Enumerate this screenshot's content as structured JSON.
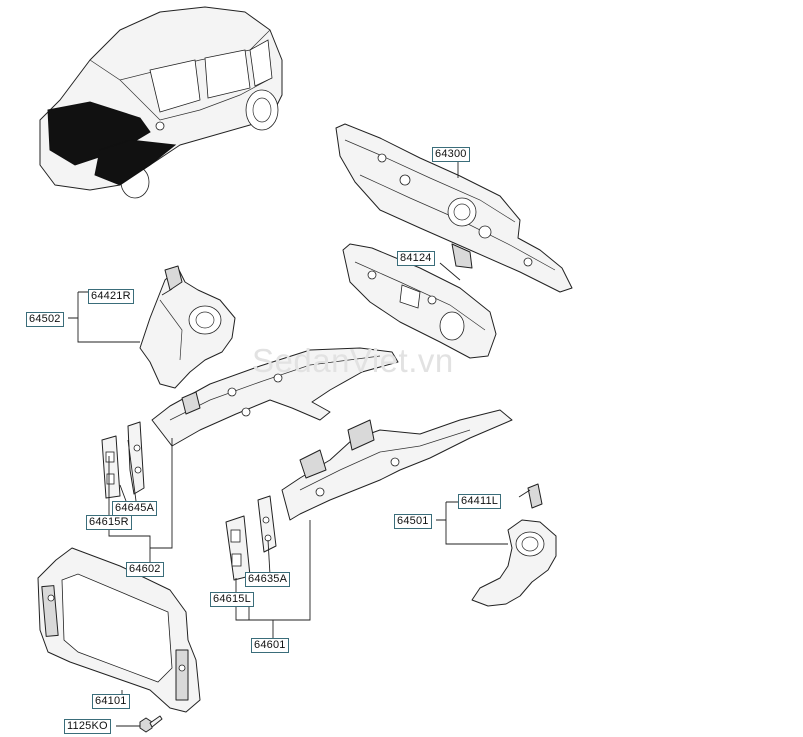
{
  "watermark": "SedanViet.vn",
  "callouts": {
    "p64300": "64300",
    "p84124": "84124",
    "p64421R": "64421R",
    "p64502": "64502",
    "p64645A": "64645A",
    "p64615R": "64615R",
    "p64602": "64602",
    "p64411L": "64411L",
    "p64501": "64501",
    "p64635A": "64635A",
    "p64615L": "64615L",
    "p64601": "64601",
    "p64101": "64101",
    "p1125KO": "1125KO"
  }
}
